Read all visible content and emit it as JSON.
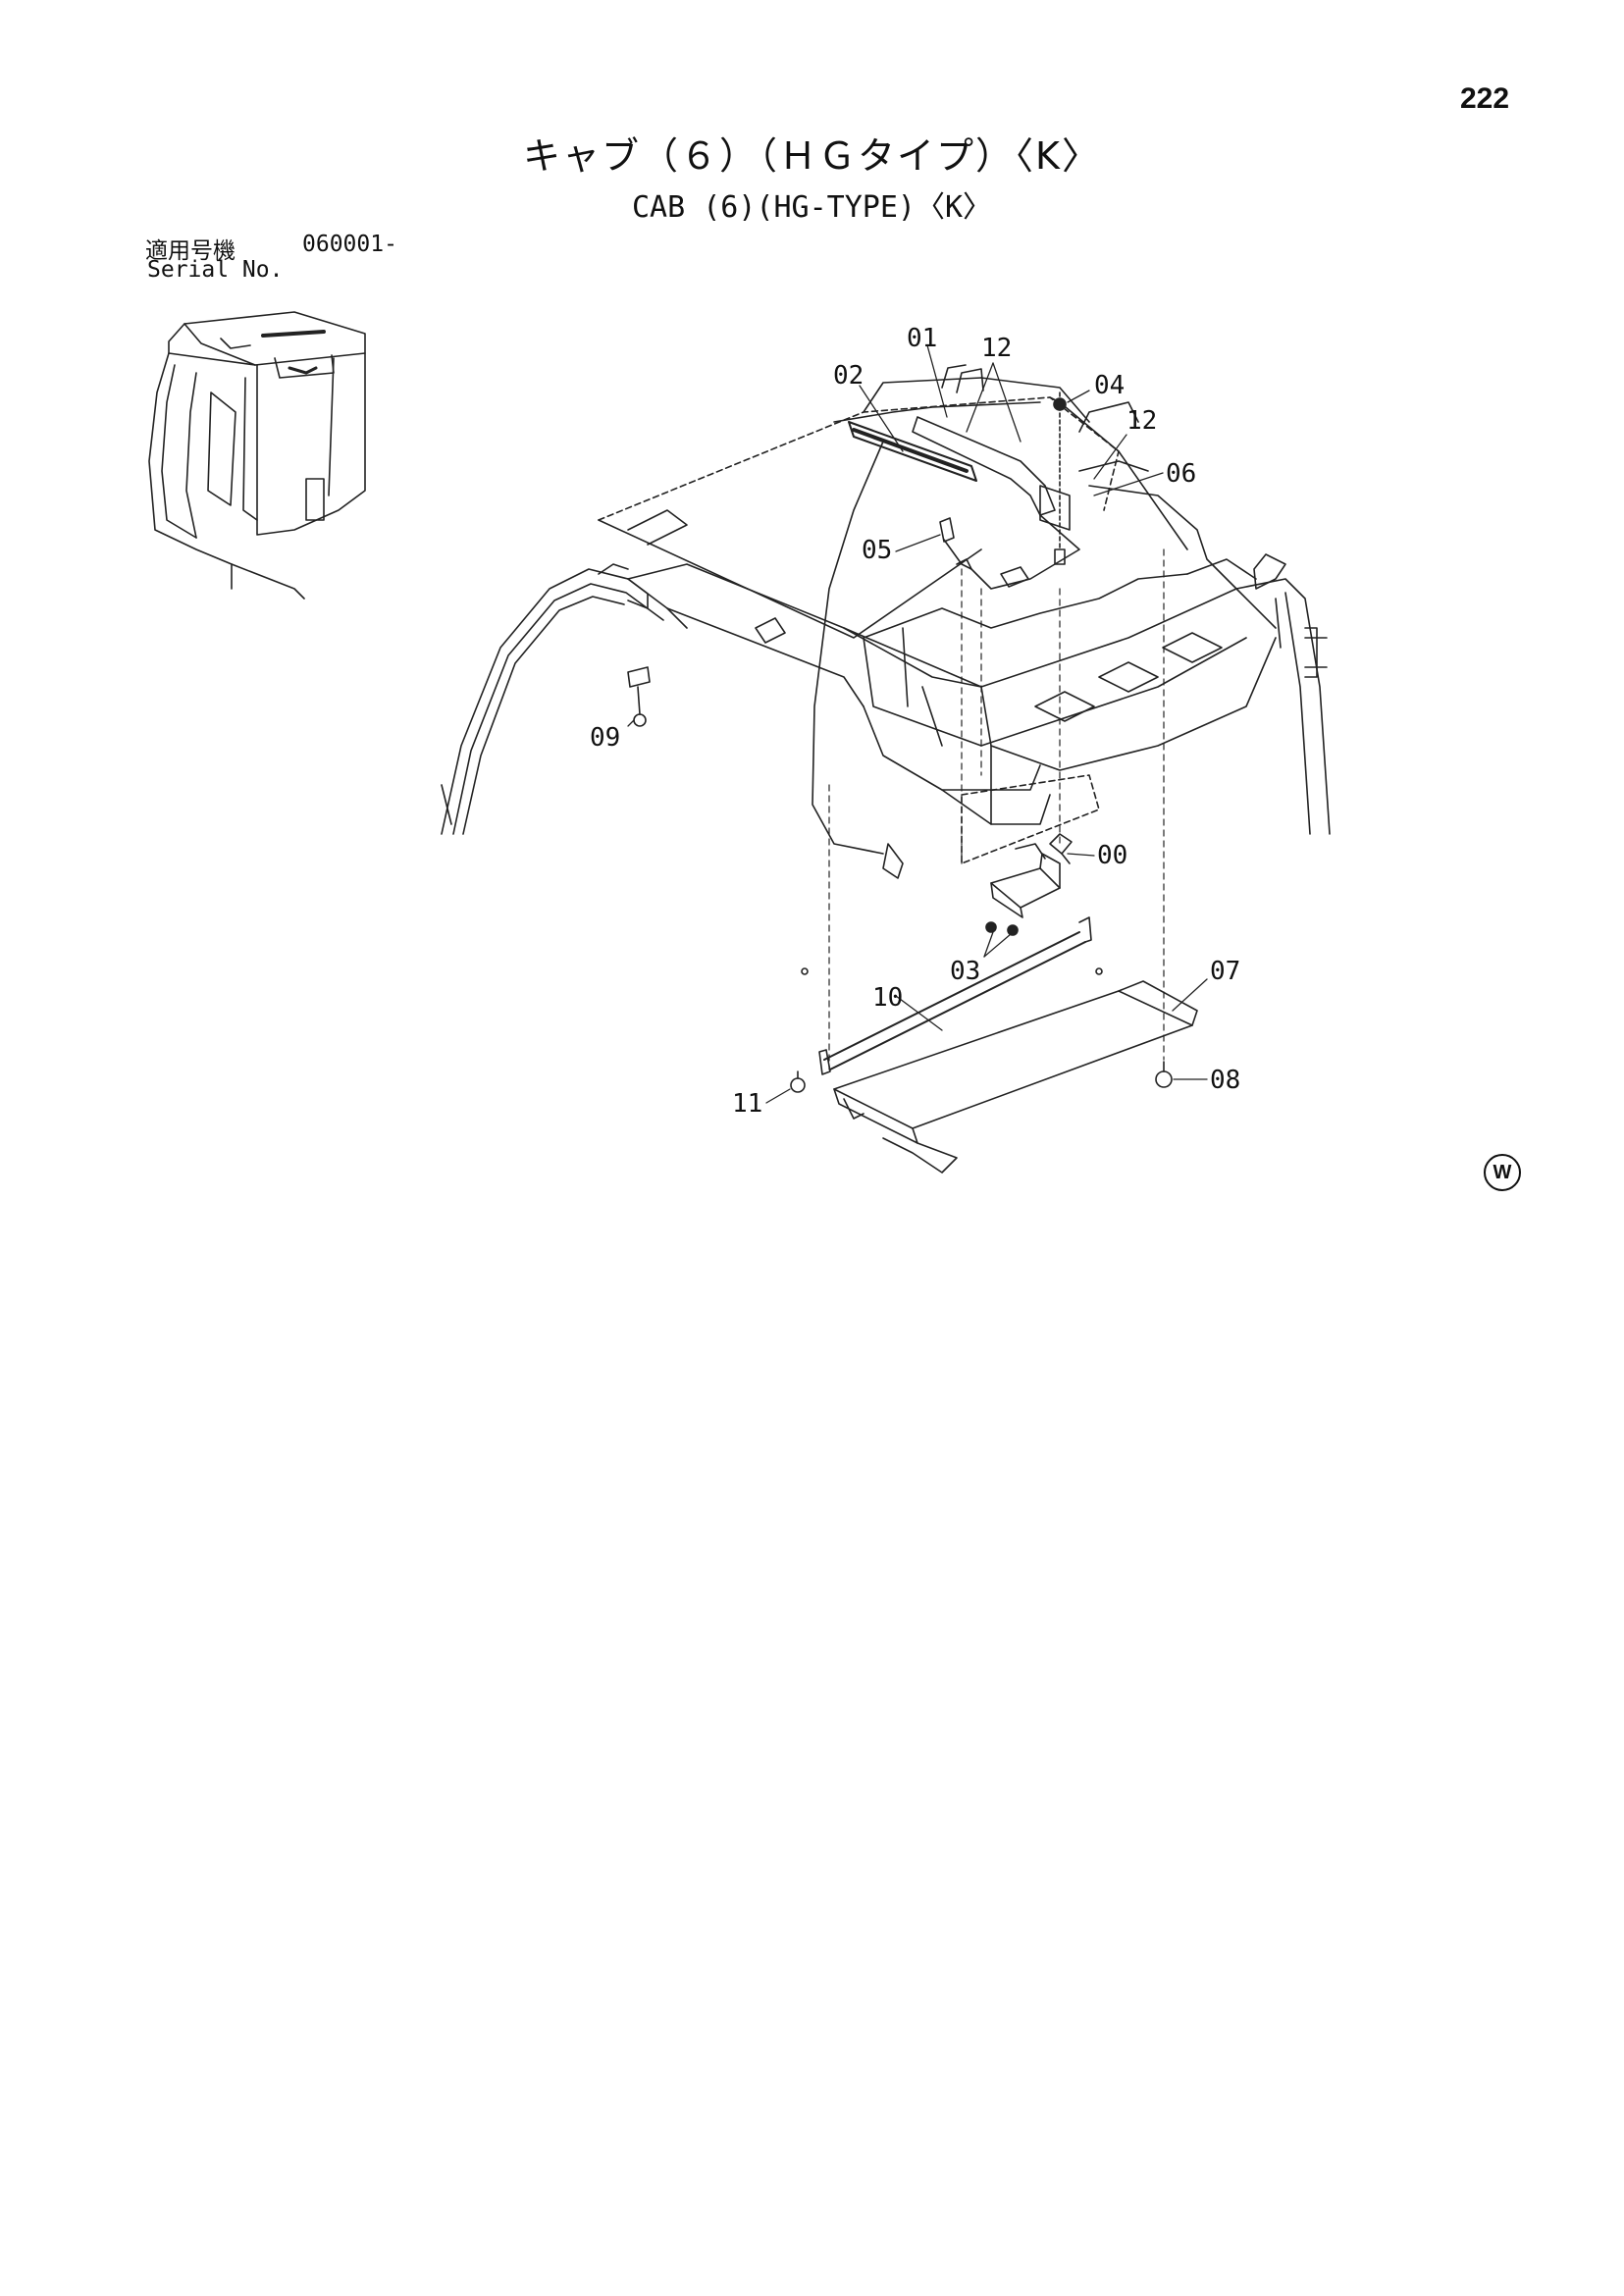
{
  "page_number": "222",
  "title_ja": "キャブ（６）（ＨＧタイプ）〈K〉",
  "title_en": "CAB (6)(HG-TYPE)〈K〉",
  "serial": {
    "label_ja": "適用号機",
    "value": "060001-",
    "label_en": "Serial No."
  },
  "callouts": {
    "c00": "00",
    "c01": "01",
    "c02": "02",
    "c03": "03",
    "c04": "04",
    "c05": "05",
    "c06": "06",
    "c07": "07",
    "c08": "08",
    "c09": "09",
    "c10": "10",
    "c11": "11",
    "c12a": "12",
    "c12b": "12"
  },
  "watermark_icon": "circled-w-icon"
}
